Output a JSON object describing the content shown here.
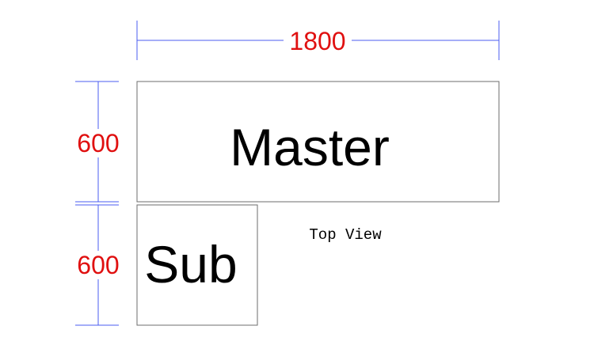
{
  "dimensions": {
    "width": "1800",
    "master_height": "600",
    "sub_height": "600"
  },
  "blocks": {
    "master_label": "Master",
    "sub_label": "Sub"
  },
  "caption": "Top View",
  "colors": {
    "dimension_line": "#4b5ef0",
    "dimension_text": "#e01010",
    "outline": "#6e6e6e",
    "label_text": "#000000",
    "background": "#ffffff"
  }
}
